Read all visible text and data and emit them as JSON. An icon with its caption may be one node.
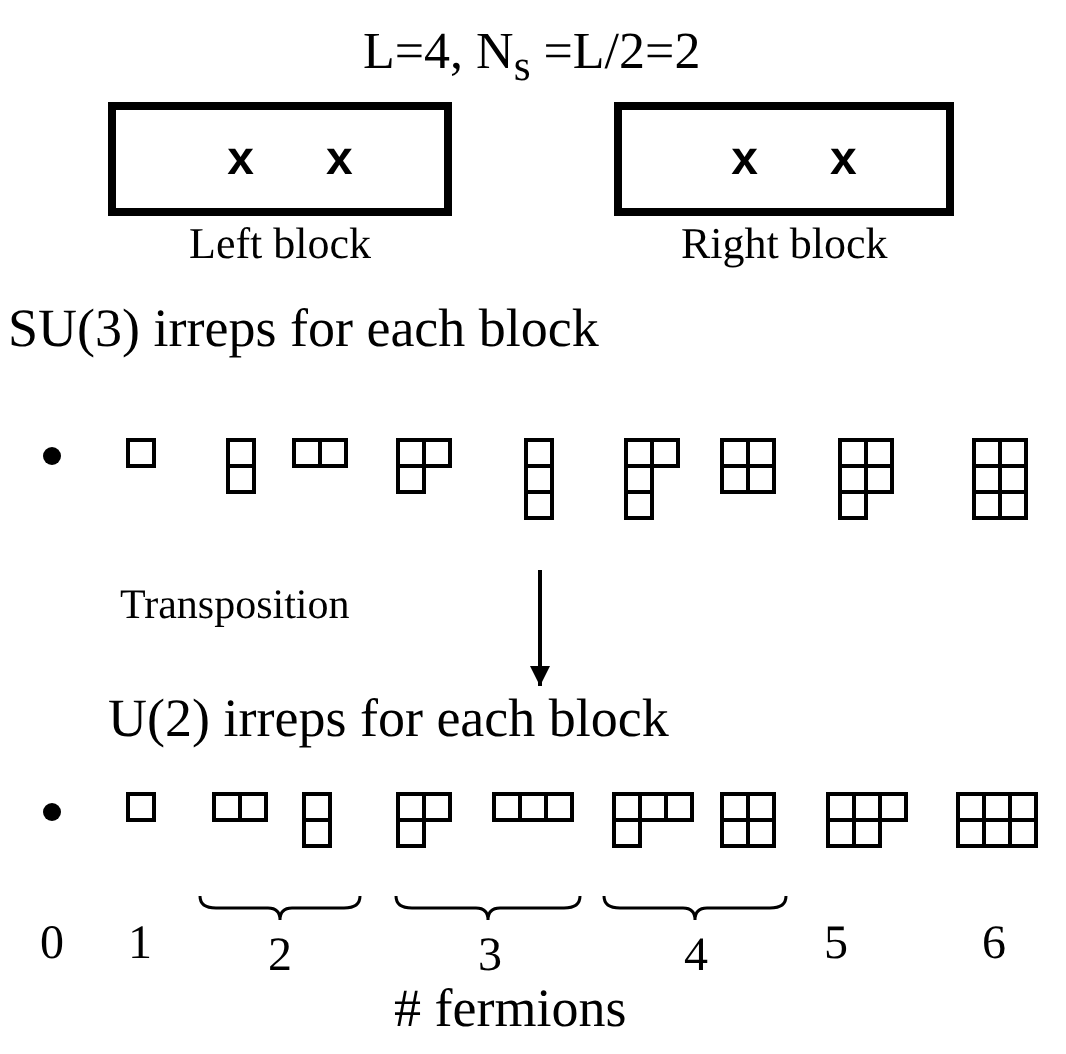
{
  "diagram": {
    "title": "L=4, N$_{s}$ =L/2=2",
    "nodes": [
      {
        "text": [
          "x",
          "x"
        ],
        "beside": [
          "Left block"
        ]
      },
      {
        "text": [
          "x",
          "x"
        ],
        "beside": [
          "Right block"
        ]
      },
      {
        "text": [
          "SU(3) irreps for each block"
        ]
      },
      {
        "text": [
          "U(2) irreps for each block"
        ]
      }
    ],
    "edges": [
      {
        "from": null,
        "to": 3,
        "arrow": "to",
        "label": "Transposition"
      }
    ],
    "labels": [
      "0",
      "1",
      "2",
      "3",
      "4",
      "5",
      "6",
      "# fermions"
    ]
  }
}
